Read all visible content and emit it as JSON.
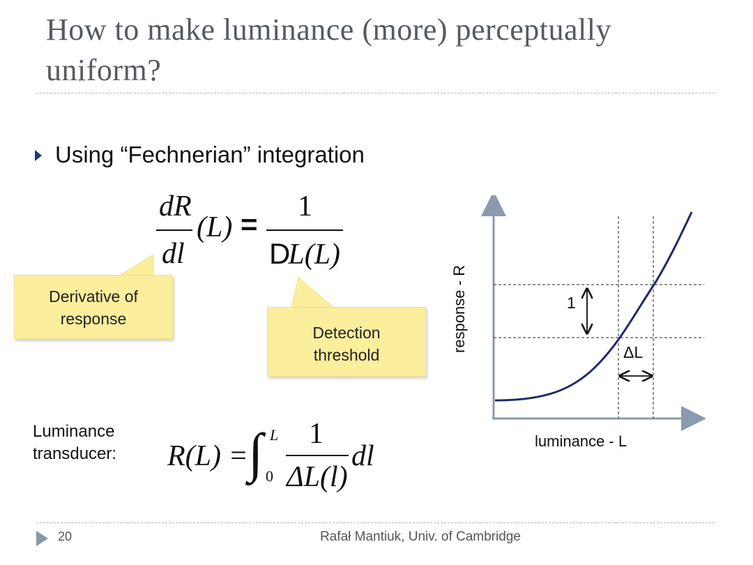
{
  "slide": {
    "title": "How to make luminance (more) perceptually uniform?",
    "bullet": "Using “Fechnerian” integration",
    "page_number": "20",
    "author": "Rafał Mantiuk, Univ. of Cambridge"
  },
  "equation1": {
    "lhs_num": "dR",
    "lhs_den": "dl",
    "lhs_arg": "(L)",
    "equals": "=",
    "rhs_num": "1",
    "rhs_den_delta": "D",
    "rhs_den_rest": "L(L)"
  },
  "callouts": {
    "derivative": [
      "Derivative of",
      "response"
    ],
    "threshold": [
      "Detection",
      "threshold"
    ]
  },
  "transducer": {
    "label_line1": "Luminance",
    "label_line2": "transducer:",
    "lhs": "R(L) =",
    "upper_limit": "L",
    "lower_limit": "0",
    "num": "1",
    "den": "ΔL(l)",
    "dl": "dl"
  },
  "graph": {
    "ylabel": "response - R",
    "xlabel": "luminance - L",
    "unit_step": "1",
    "delta_label": "ΔL",
    "curve_color": "#1b2a6b",
    "axis_color": "#8a9aaf"
  },
  "icons": [
    "bullet-triangle-icon",
    "footer-arrow-icon"
  ]
}
